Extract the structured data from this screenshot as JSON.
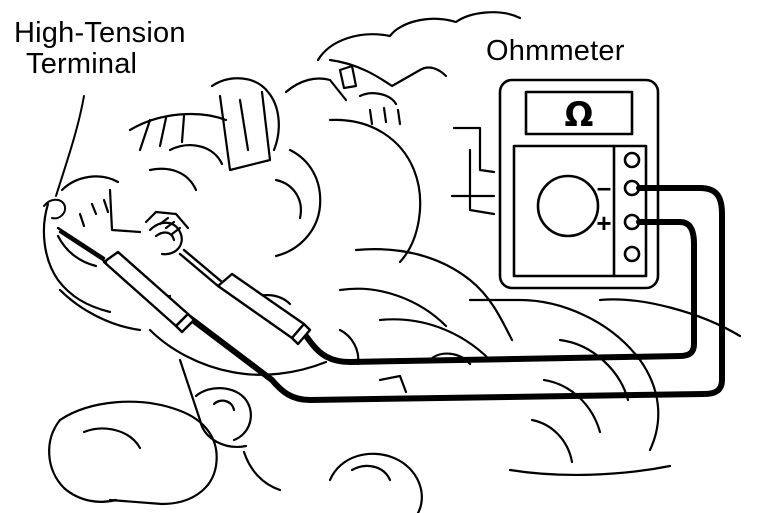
{
  "labels": {
    "terminal_line1": "High-Tension",
    "terminal_line2": "Terminal",
    "ohmmeter": "Ohmmeter"
  },
  "meter": {
    "unit_symbol": "Ω",
    "minus_sign": "–",
    "plus_sign": "+"
  },
  "colors": {
    "ink": "#000000",
    "paper": "#ffffff"
  }
}
